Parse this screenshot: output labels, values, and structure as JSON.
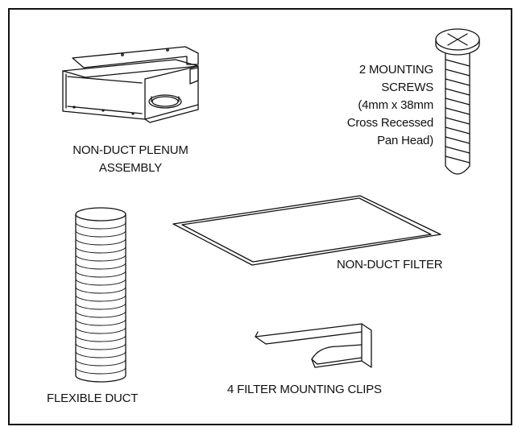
{
  "parts": {
    "plenum": {
      "icon": "plenum-box-icon",
      "line1": "NON-DUCT PLENUM",
      "line2": "ASSEMBLY"
    },
    "screws": {
      "icon": "screw-icon",
      "line1": "2  MOUNTING",
      "line2": "SCREWS",
      "line3": "(4mm x 38mm",
      "line4": "Cross Recessed",
      "line5": "Pan Head)"
    },
    "duct": {
      "icon": "flexible-duct-icon",
      "label": "FLEXIBLE DUCT"
    },
    "filter": {
      "icon": "filter-panel-icon",
      "label": "NON-DUCT FILTER"
    },
    "clips": {
      "icon": "clip-icon",
      "label": "4 FILTER MOUNTING CLIPS"
    }
  },
  "colors": {
    "line": "#111111",
    "background": "#ffffff"
  }
}
